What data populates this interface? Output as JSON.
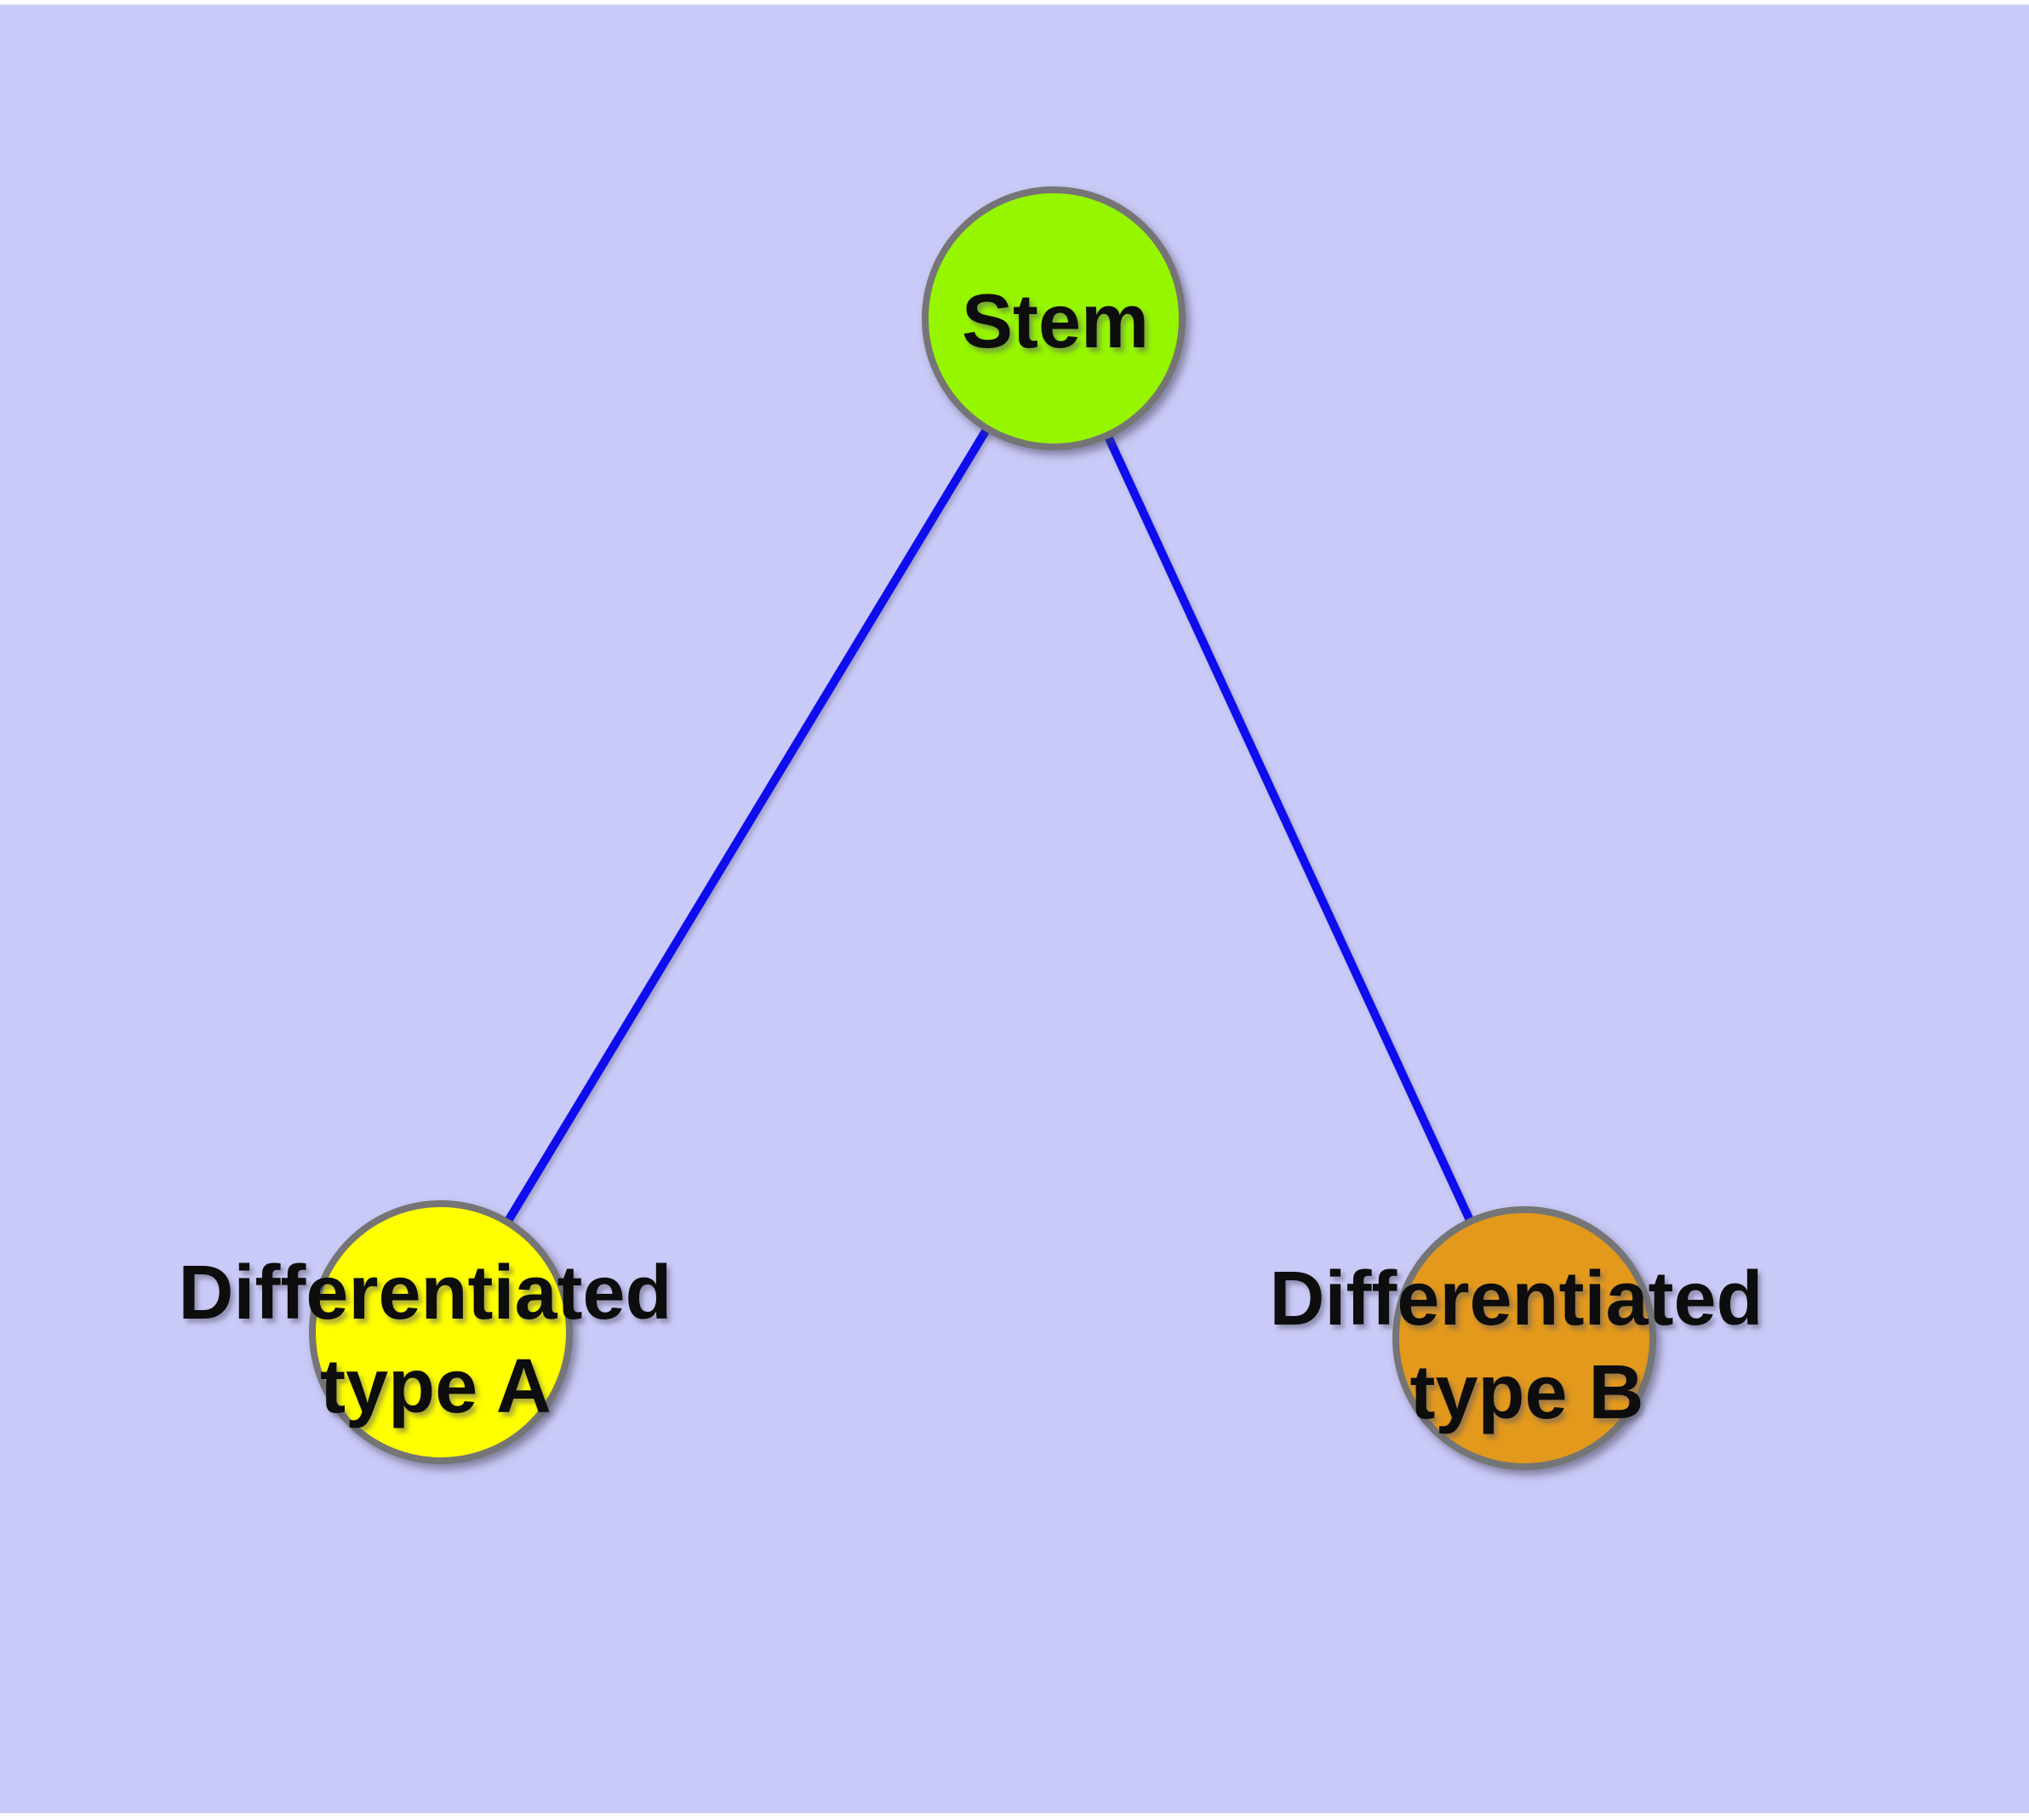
{
  "diagram": {
    "kind": "cell-differentiation-tree",
    "colors": {
      "background": "#CACAF8",
      "edge": "#1111EE",
      "node_border": "#747474",
      "label_text": "#0A0A0A",
      "stem_fill": "#96F600",
      "type_a_fill": "#FFFF00",
      "type_b_fill": "#E3991E"
    },
    "nodes": {
      "stem": {
        "line1": "Stem",
        "line2": "",
        "fill": "#96F600"
      },
      "type_a": {
        "line1": "Differentiated",
        "line2": "type A",
        "fill": "#FFFF00"
      },
      "type_b": {
        "line1": "Differentiated",
        "line2": "type B",
        "fill": "#E3991E"
      }
    },
    "edges": [
      {
        "from": "Stem",
        "to": "Differentiated type A"
      },
      {
        "from": "Stem",
        "to": "Differentiated type B"
      }
    ]
  }
}
